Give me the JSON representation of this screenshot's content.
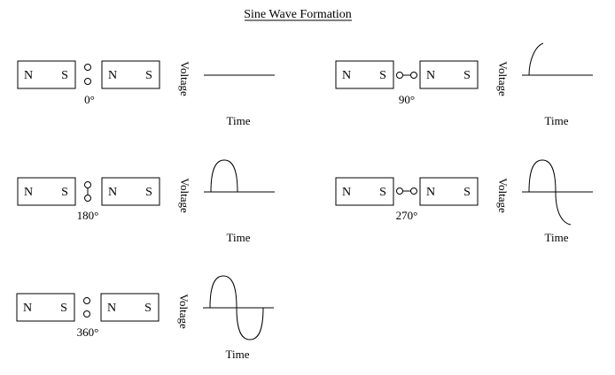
{
  "title": "Sine Wave Formation",
  "magnet": {
    "north": "N",
    "south": "S"
  },
  "axis": {
    "vertical_label": "Voltage",
    "horizontal_label": "Time"
  },
  "stages": [
    {
      "angle_label": "0°",
      "rotation_degrees": 0
    },
    {
      "angle_label": "90°",
      "rotation_degrees": 90
    },
    {
      "angle_label": "180°",
      "rotation_degrees": 180
    },
    {
      "angle_label": "270°",
      "rotation_degrees": 270
    },
    {
      "angle_label": "360°",
      "rotation_degrees": 360
    }
  ],
  "colors": {
    "line": "#000000",
    "background": "#ffffff"
  }
}
